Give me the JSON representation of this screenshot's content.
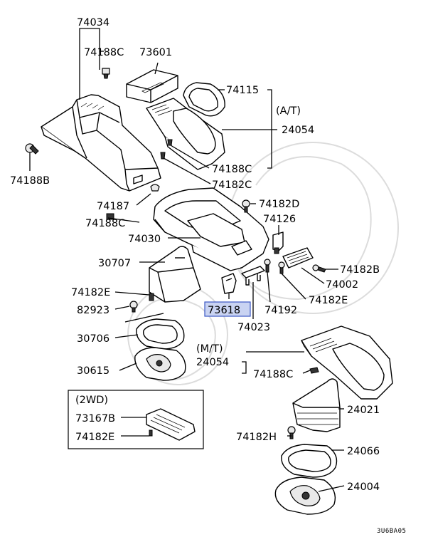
{
  "labels": {
    "l74034": "74034",
    "l74188c_a": "74188C",
    "l73601": "73601",
    "l74115": "74115",
    "lat": "(A/T)",
    "l24054_at": "24054",
    "l74188c_b": "74188C",
    "l74182c": "74182C",
    "l74188b": "74188B",
    "l74187": "74187",
    "l74182d": "74182D",
    "l74188c_c": "74188C",
    "l74126": "74126",
    "l74030": "74030",
    "l30707": "30707",
    "l74182b": "74182B",
    "l74002": "74002",
    "l74182e_a": "74182E",
    "l73618": "73618",
    "l74192": "74192",
    "l74182e_b": "74182E",
    "l82923": "82923",
    "l74023": "74023",
    "l30706": "30706",
    "lmt": "(M/T)",
    "l24054_mt": "24054",
    "l30615": "30615",
    "l74188c_d": "74188C",
    "l2wd": "(2WD)",
    "l24021": "24021",
    "l73167b": "73167B",
    "l74182e_c": "74182E",
    "l74182h": "74182H",
    "l24066": "24066",
    "l24004": "24004",
    "code": "3U6BA05"
  },
  "highlight_color": "#c9d3f2",
  "highlight_border": "#3b57c4"
}
